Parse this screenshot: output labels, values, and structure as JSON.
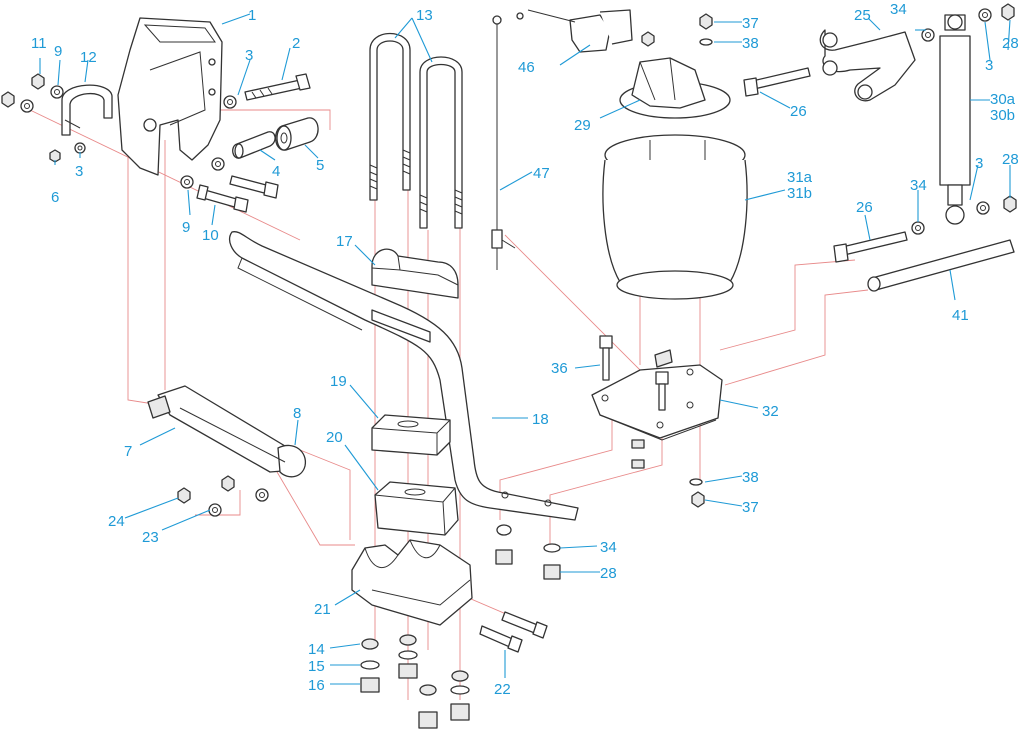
{
  "diagram": {
    "accent_color": "#1f9ad6",
    "guide_color": "#e88a8a",
    "callouts": [
      "1",
      "2",
      "3",
      "4",
      "5",
      "6",
      "7",
      "8",
      "9",
      "10",
      "11",
      "12",
      "13",
      "14",
      "15",
      "16",
      "17",
      "18",
      "19",
      "20",
      "21",
      "22",
      "23",
      "24",
      "25",
      "26",
      "28",
      "29",
      "30a",
      "30b",
      "31a",
      "31b",
      "32",
      "34",
      "36",
      "37",
      "38",
      "41",
      "46",
      "47"
    ]
  }
}
